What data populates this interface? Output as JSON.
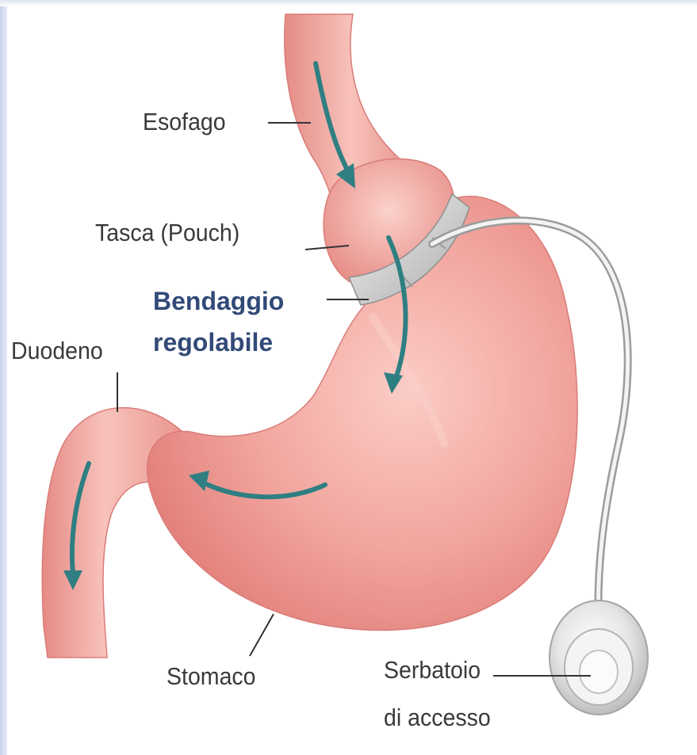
{
  "labels": {
    "esofago": "Esofago",
    "tasca": "Tasca (Pouch)",
    "bendaggio_line1": "Bendaggio",
    "bendaggio_line2": "regolabile",
    "duodeno": "Duodeno",
    "stomaco": "Stomaco",
    "serbatoio_line1": "Serbatoio",
    "serbatoio_line2": "di accesso"
  },
  "colors": {
    "tissue": "#f2a69f",
    "tissue_dark": "#df7f7a",
    "flow_arrow": "#2f7f82",
    "band": "#d2d2d2",
    "label_text": "#3a3a3a",
    "label_bold": "#324a78"
  },
  "icons": {
    "flow_arrows": "flow-arrow-icon",
    "reservoir": "access-port-icon"
  }
}
